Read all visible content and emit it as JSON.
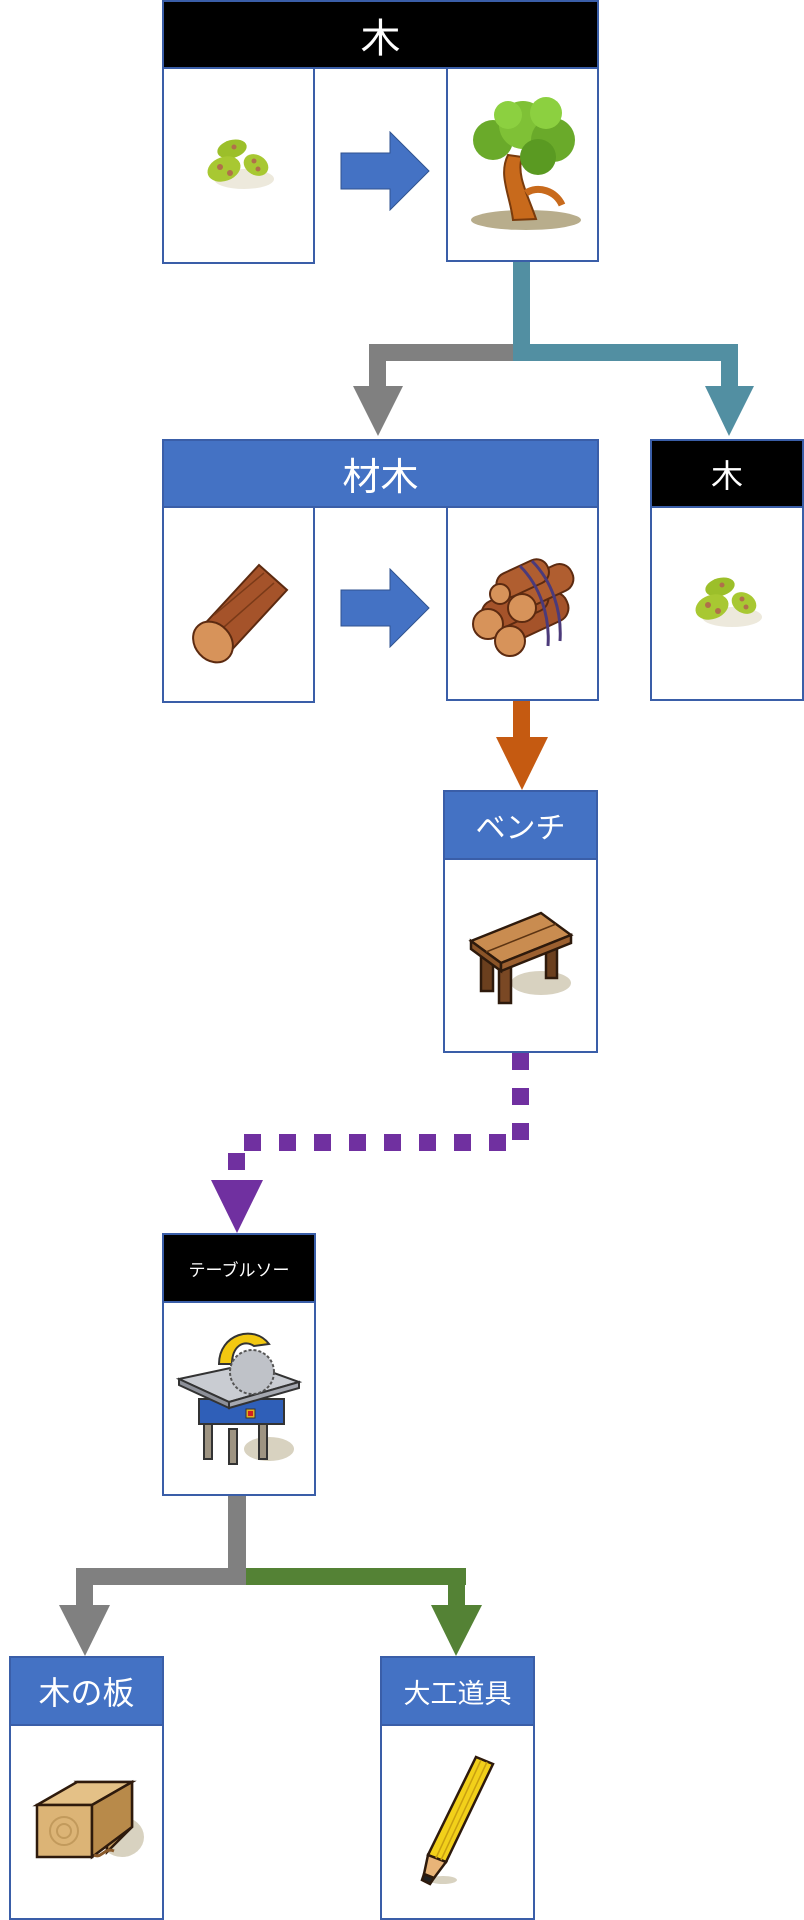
{
  "colors": {
    "header_black": "#000000",
    "header_blue": "#4472c4",
    "border": "#3a5ea8",
    "arrow_blue": "#4472c4",
    "arrow_gray": "#808080",
    "arrow_teal": "#528fa2",
    "arrow_orange": "#c55a11",
    "arrow_purple": "#7030a0",
    "arrow_green": "#548235"
  },
  "nodes": {
    "tree": {
      "title": "木",
      "input_icon": "seeds-icon",
      "output_icon": "tree-icon"
    },
    "lumber": {
      "title": "材木",
      "input_icon": "log-icon",
      "output_icon": "log-bundle-icon"
    },
    "tree_seed": {
      "title": "木",
      "icon": "seeds-icon"
    },
    "bench": {
      "title": "ベンチ",
      "icon": "bench-icon"
    },
    "table_saw": {
      "title": "テーブルソー",
      "icon": "table-saw-icon"
    },
    "wood_plank": {
      "title": "木の板",
      "icon": "wood-plank-icon"
    },
    "carpentry_tools": {
      "title": "大工道具",
      "icon": "pencil-icon"
    }
  },
  "edges": [
    {
      "from": "tree",
      "to": "lumber",
      "style": "solid",
      "color": "gray"
    },
    {
      "from": "tree",
      "to": "tree_seed",
      "style": "solid",
      "color": "teal"
    },
    {
      "from": "lumber",
      "to": "bench",
      "style": "solid",
      "color": "orange"
    },
    {
      "from": "bench",
      "to": "table_saw",
      "style": "dotted",
      "color": "purple"
    },
    {
      "from": "table_saw",
      "to": "wood_plank",
      "style": "solid",
      "color": "gray"
    },
    {
      "from": "table_saw",
      "to": "carpentry_tools",
      "style": "solid",
      "color": "green"
    }
  ]
}
